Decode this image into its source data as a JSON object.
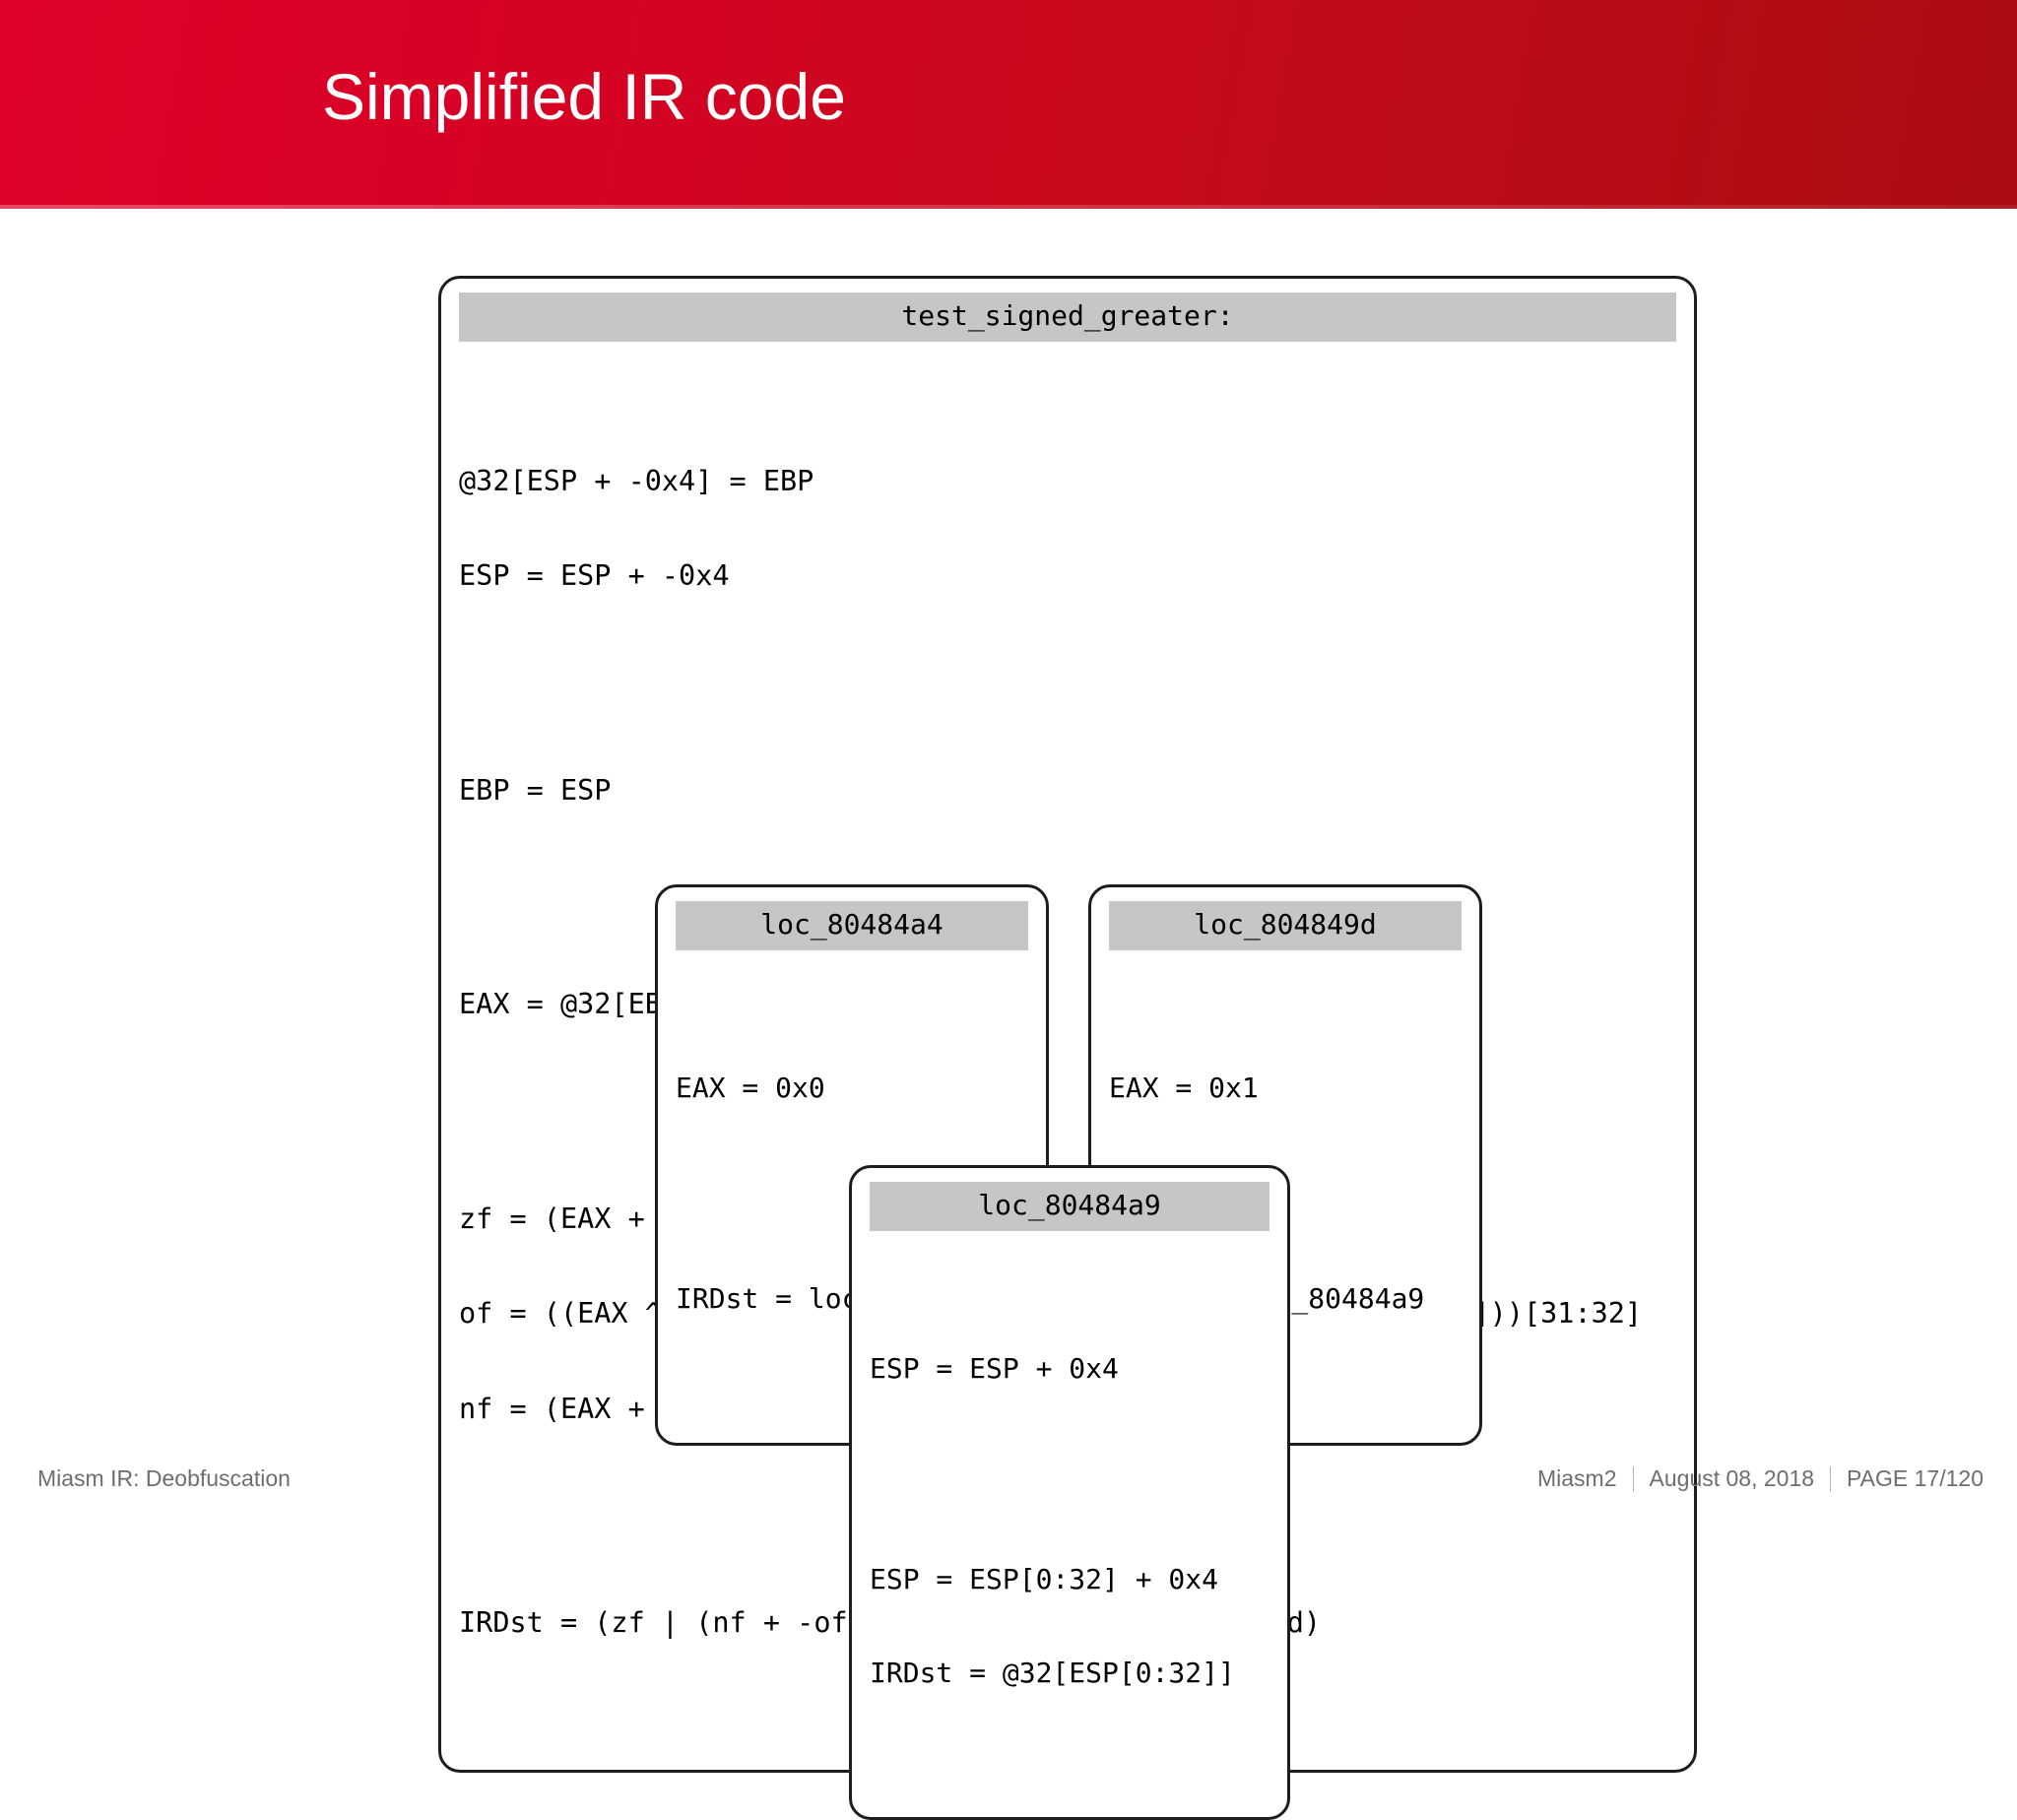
{
  "header": {
    "title": "Simplified IR code",
    "gradient_from": "#e00228",
    "gradient_to": "#a90c12"
  },
  "graph": {
    "block_title_bg": "#c6c6c6",
    "block_border": "#1d1d1d",
    "blocks": [
      {
        "id": "entry",
        "title": "test_signed_greater:",
        "groups": [
          [
            "@32[ESP + -0x4] = EBP",
            "ESP = ESP + -0x4"
          ],
          [
            "EBP = ESP"
          ],
          [
            "EAX = @32[EBP + 0x8]"
          ],
          [
            "zf = (EAX + -@32[EBP + 0xC])?(0x0,0x1)",
            "of = ((EAX ^ (EAX + -@32[EBP + 0xC])) & (EAX ^ @32[EBP + 0xC]))[31:32]",
            "nf = (EAX + -@32[EBP + 0xC])[31:32]"
          ],
          [
            "IRDst = (zf | (nf + -of))?(loc_80484a4,loc_804849d)"
          ]
        ]
      },
      {
        "id": "left",
        "title": "loc_80484a4",
        "groups": [
          [
            "EAX = 0x0"
          ],
          [
            "IRDst = loc_80484a9"
          ]
        ]
      },
      {
        "id": "right",
        "title": "loc_804849d",
        "groups": [
          [
            "EAX = 0x1"
          ],
          [
            "IRDst = loc_80484a9"
          ]
        ]
      },
      {
        "id": "join",
        "title": "loc_80484a9",
        "groups": [
          [
            "ESP = ESP + 0x4"
          ],
          [
            "ESP = ESP[0:32] + 0x4",
            "IRDst = @32[ESP[0:32]]"
          ]
        ]
      }
    ],
    "edges": [
      {
        "from": "entry",
        "to": "left",
        "color": "#00cc22",
        "name": "edge-entry-to-loc80484a4"
      },
      {
        "from": "entry",
        "to": "right",
        "color": "#ee0000",
        "name": "edge-entry-to-loc804849d"
      },
      {
        "from": "left",
        "to": "join",
        "color": "#0000ee",
        "name": "edge-loc80484a4-to-loc80484a9"
      },
      {
        "from": "right",
        "to": "join",
        "color": "#0000ee",
        "name": "edge-loc804849d-to-loc80484a9"
      }
    ]
  },
  "footer": {
    "left_text": "Miasm IR: Deobfuscation",
    "project": "Miasm2",
    "date": "August 08, 2018",
    "page": "PAGE 17/120"
  }
}
